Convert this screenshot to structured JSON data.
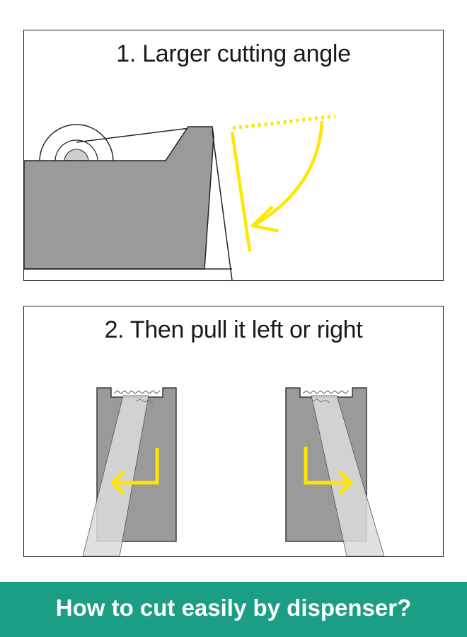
{
  "panels": [
    {
      "title": "1. Larger cutting angle"
    },
    {
      "title": "2. Then pull it left or right"
    }
  ],
  "footer": {
    "text": "How to cut easily by dispenser?"
  },
  "colors": {
    "accent_yellow": "#ffe600",
    "dispenser_gray": "#9a9a9a",
    "tape_light": "#dcdcdc",
    "footer_green": "#1b9e83"
  },
  "icons": [
    "curved-arrow-icon",
    "arrow-left-icon",
    "arrow-right-icon"
  ]
}
